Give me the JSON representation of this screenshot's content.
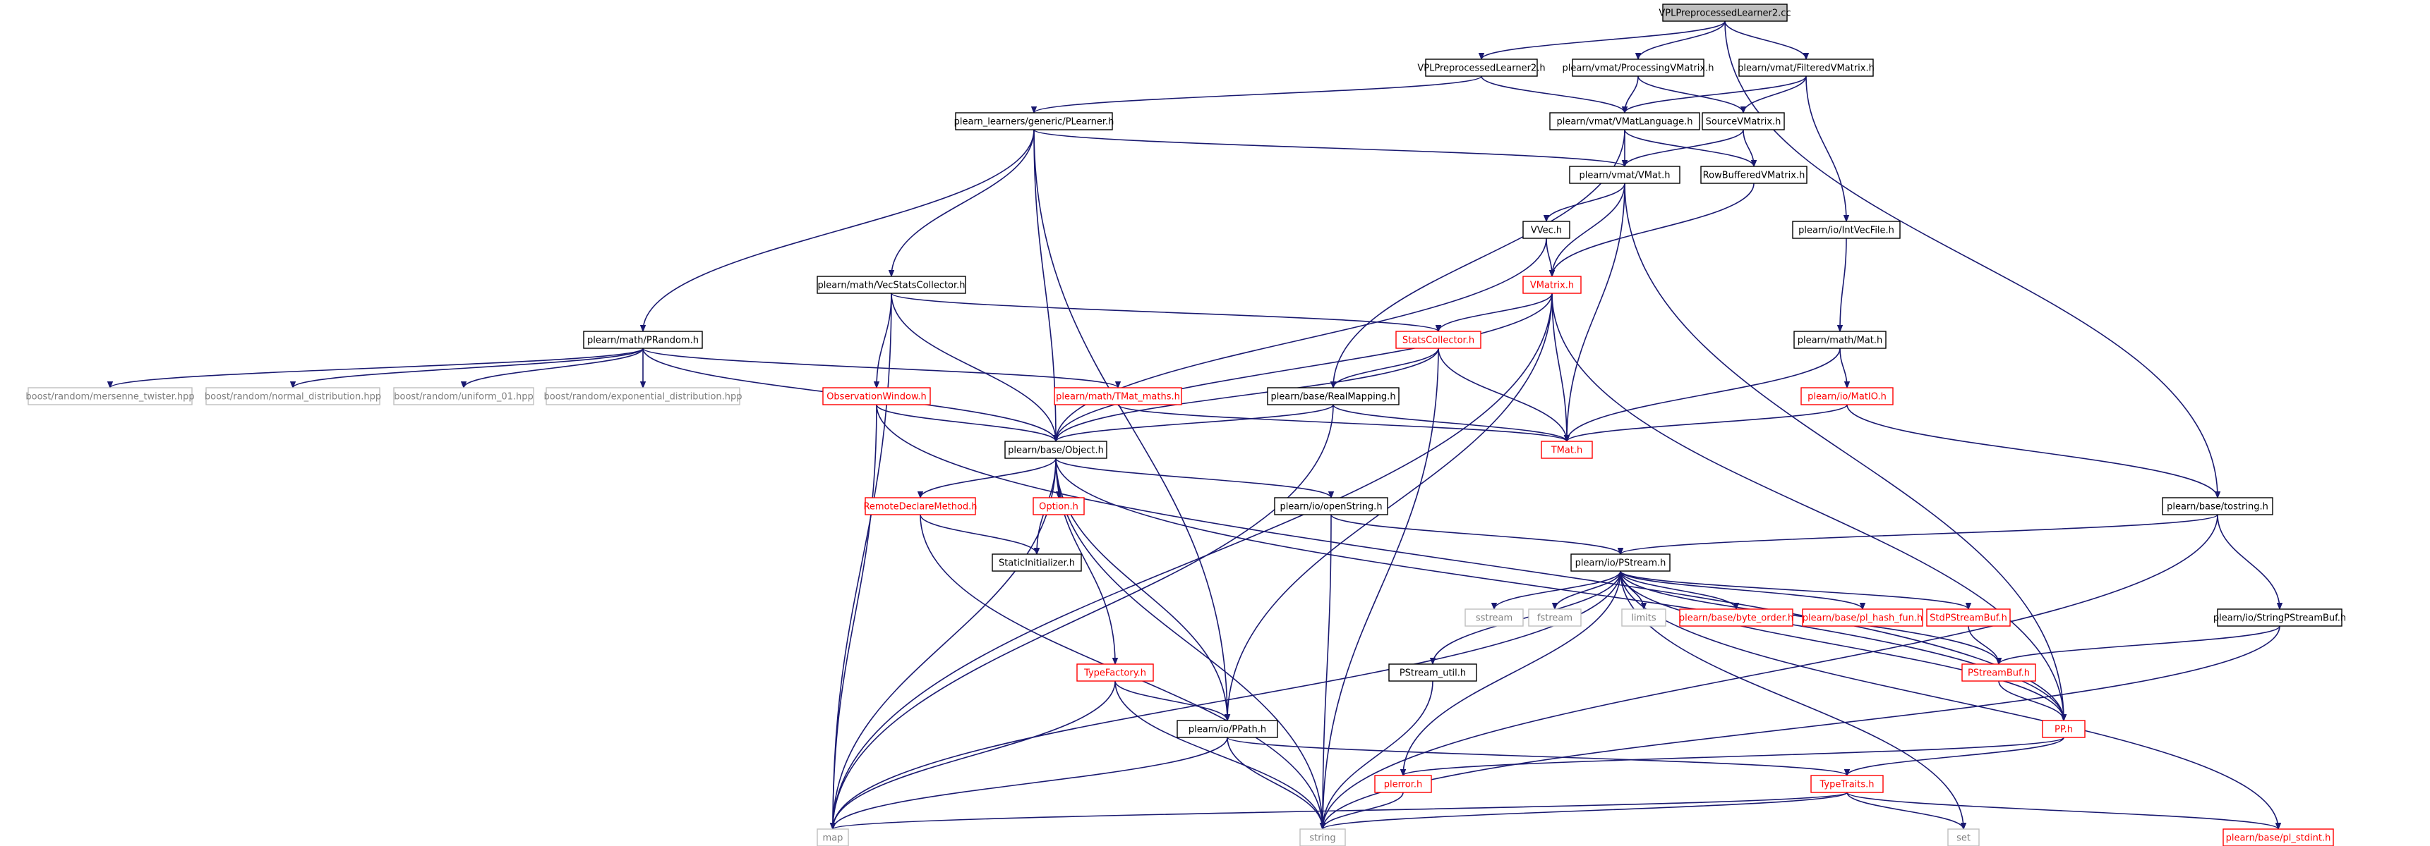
{
  "colors": {
    "edge": "#191970",
    "root_fill": "#bfbfbf",
    "normal_stroke": "#000000",
    "truncated_stroke": "#ff0000",
    "system_stroke": "#bfbfbf",
    "normal_text": "#000000",
    "truncated_text": "#ff0000",
    "system_text": "#7f7f7f"
  },
  "nodes": [
    {
      "id": "root",
      "label": "VPLPreprocessedLearner2.cc",
      "kind": "root"
    },
    {
      "id": "vplh",
      "label": "VPLPreprocessedLearner2.h",
      "kind": "normal"
    },
    {
      "id": "procvm",
      "label": "plearn/vmat/ProcessingVMatrix.h",
      "kind": "normal"
    },
    {
      "id": "filtvm",
      "label": "plearn/vmat/FilteredVMatrix.h",
      "kind": "normal"
    },
    {
      "id": "plearner",
      "label": "plearn_learners/generic/PLearner.h",
      "kind": "normal"
    },
    {
      "id": "vmatlang",
      "label": "plearn/vmat/VMatLanguage.h",
      "kind": "normal"
    },
    {
      "id": "sourcevm",
      "label": "SourceVMatrix.h",
      "kind": "normal"
    },
    {
      "id": "vmat",
      "label": "plearn/vmat/VMat.h",
      "kind": "normal"
    },
    {
      "id": "rowbuf",
      "label": "RowBufferedVMatrix.h",
      "kind": "normal"
    },
    {
      "id": "intvec",
      "label": "plearn/io/IntVecFile.h",
      "kind": "normal"
    },
    {
      "id": "vvec",
      "label": "VVec.h",
      "kind": "normal"
    },
    {
      "id": "vecstats",
      "label": "plearn/math/VecStatsCollector.h",
      "kind": "normal"
    },
    {
      "id": "vmatrix",
      "label": "VMatrix.h",
      "kind": "truncated"
    },
    {
      "id": "matmat",
      "label": "plearn/math/Mat.h",
      "kind": "normal"
    },
    {
      "id": "prandom",
      "label": "plearn/math/PRandom.h",
      "kind": "normal"
    },
    {
      "id": "statscol",
      "label": "StatsCollector.h",
      "kind": "truncated"
    },
    {
      "id": "mersenne",
      "label": "boost/random/mersenne_twister.hpp",
      "kind": "system"
    },
    {
      "id": "normaldist",
      "label": "boost/random/normal_distribution.hpp",
      "kind": "system"
    },
    {
      "id": "uniform01",
      "label": "boost/random/uniform_01.hpp",
      "kind": "system"
    },
    {
      "id": "expdist",
      "label": "boost/random/exponential_distribution.hpp",
      "kind": "system"
    },
    {
      "id": "obswin",
      "label": "ObservationWindow.h",
      "kind": "truncated"
    },
    {
      "id": "tmatmaths",
      "label": "plearn/math/TMat_maths.h",
      "kind": "truncated"
    },
    {
      "id": "realmap",
      "label": "plearn/base/RealMapping.h",
      "kind": "normal"
    },
    {
      "id": "matio",
      "label": "plearn/io/MatIO.h",
      "kind": "truncated"
    },
    {
      "id": "tmat",
      "label": "TMat.h",
      "kind": "truncated"
    },
    {
      "id": "object",
      "label": "plearn/base/Object.h",
      "kind": "normal"
    },
    {
      "id": "tostring",
      "label": "plearn/base/tostring.h",
      "kind": "normal"
    },
    {
      "id": "remotedecl",
      "label": "RemoteDeclareMethod.h",
      "kind": "truncated"
    },
    {
      "id": "option",
      "label": "Option.h",
      "kind": "truncated"
    },
    {
      "id": "openstring",
      "label": "plearn/io/openString.h",
      "kind": "normal"
    },
    {
      "id": "pstream",
      "label": "plearn/io/PStream.h",
      "kind": "normal"
    },
    {
      "id": "staticinit",
      "label": "StaticInitializer.h",
      "kind": "normal"
    },
    {
      "id": "sstream",
      "label": "sstream",
      "kind": "system"
    },
    {
      "id": "fstream",
      "label": "fstream",
      "kind": "system"
    },
    {
      "id": "limits",
      "label": "limits",
      "kind": "system"
    },
    {
      "id": "byteorder",
      "label": "plearn/base/byte_order.h",
      "kind": "truncated"
    },
    {
      "id": "hashfun",
      "label": "plearn/base/pl_hash_fun.h",
      "kind": "truncated"
    },
    {
      "id": "stdpstreambuf",
      "label": "StdPStreamBuf.h",
      "kind": "truncated"
    },
    {
      "id": "stringpstreambuf",
      "label": "plearn/io/StringPStreamBuf.h",
      "kind": "normal"
    },
    {
      "id": "pstreamutil",
      "label": "PStream_util.h",
      "kind": "normal"
    },
    {
      "id": "typefactory",
      "label": "TypeFactory.h",
      "kind": "truncated"
    },
    {
      "id": "pstreambuf",
      "label": "PStreamBuf.h",
      "kind": "truncated"
    },
    {
      "id": "ppath",
      "label": "plearn/io/PPath.h",
      "kind": "normal"
    },
    {
      "id": "pp",
      "label": "PP.h",
      "kind": "truncated"
    },
    {
      "id": "plerror",
      "label": "plerror.h",
      "kind": "truncated"
    },
    {
      "id": "typetraits",
      "label": "TypeTraits.h",
      "kind": "truncated"
    },
    {
      "id": "map",
      "label": "map",
      "kind": "system"
    },
    {
      "id": "string",
      "label": "string",
      "kind": "system"
    },
    {
      "id": "set",
      "label": "set",
      "kind": "system"
    },
    {
      "id": "plstdint",
      "label": "plearn/base/pl_stdint.h",
      "kind": "truncated"
    }
  ],
  "edges": [
    [
      "root",
      "vplh"
    ],
    [
      "root",
      "procvm"
    ],
    [
      "root",
      "filtvm"
    ],
    [
      "root",
      "tostring"
    ],
    [
      "vplh",
      "plearner"
    ],
    [
      "vplh",
      "vmatlang"
    ],
    [
      "procvm",
      "vmatlang"
    ],
    [
      "procvm",
      "sourcevm"
    ],
    [
      "filtvm",
      "vmatlang"
    ],
    [
      "filtvm",
      "sourcevm"
    ],
    [
      "filtvm",
      "intvec"
    ],
    [
      "plearner",
      "vmat"
    ],
    [
      "plearner",
      "prandom"
    ],
    [
      "plearner",
      "vecstats"
    ],
    [
      "plearner",
      "object"
    ],
    [
      "plearner",
      "ppath"
    ],
    [
      "vmatlang",
      "vmat"
    ],
    [
      "vmatlang",
      "rowbuf"
    ],
    [
      "vmatlang",
      "realmap"
    ],
    [
      "sourcevm",
      "vmat"
    ],
    [
      "sourcevm",
      "rowbuf"
    ],
    [
      "rowbuf",
      "vmatrix"
    ],
    [
      "vmat",
      "vvec"
    ],
    [
      "vmat",
      "vmatrix"
    ],
    [
      "vmat",
      "tmat"
    ],
    [
      "vmat",
      "pp"
    ],
    [
      "intvec",
      "matmat"
    ],
    [
      "vvec",
      "vmatrix"
    ],
    [
      "vvec",
      "object"
    ],
    [
      "vecstats",
      "statscol"
    ],
    [
      "vecstats",
      "obswin"
    ],
    [
      "vecstats",
      "object"
    ],
    [
      "vecstats",
      "map"
    ],
    [
      "vmatrix",
      "statscol"
    ],
    [
      "vmatrix",
      "tmat"
    ],
    [
      "vmatrix",
      "object"
    ],
    [
      "vmatrix",
      "map"
    ],
    [
      "vmatrix",
      "ppath"
    ],
    [
      "vmatrix",
      "pp"
    ],
    [
      "matmat",
      "matio"
    ],
    [
      "matmat",
      "tmat"
    ],
    [
      "prandom",
      "mersenne"
    ],
    [
      "prandom",
      "normaldist"
    ],
    [
      "prandom",
      "uniform01"
    ],
    [
      "prandom",
      "expdist"
    ],
    [
      "prandom",
      "object"
    ],
    [
      "prandom",
      "tmatmaths"
    ],
    [
      "statscol",
      "realmap"
    ],
    [
      "statscol",
      "object"
    ],
    [
      "statscol",
      "tmat"
    ],
    [
      "statscol",
      "string"
    ],
    [
      "obswin",
      "object"
    ],
    [
      "obswin",
      "pp"
    ],
    [
      "obswin",
      "map"
    ],
    [
      "tmatmaths",
      "tmat"
    ],
    [
      "realmap",
      "object"
    ],
    [
      "realmap",
      "tmat"
    ],
    [
      "realmap",
      "map"
    ],
    [
      "matio",
      "tmat"
    ],
    [
      "matio",
      "tostring"
    ],
    [
      "object",
      "remotedecl"
    ],
    [
      "object",
      "option"
    ],
    [
      "object",
      "openstring"
    ],
    [
      "object",
      "staticinit"
    ],
    [
      "object",
      "typefactory"
    ],
    [
      "object",
      "ppath"
    ],
    [
      "object",
      "pp"
    ],
    [
      "object",
      "map"
    ],
    [
      "object",
      "string"
    ],
    [
      "tostring",
      "pstream"
    ],
    [
      "tostring",
      "stringpstreambuf"
    ],
    [
      "tostring",
      "string"
    ],
    [
      "remotedecl",
      "staticinit"
    ],
    [
      "remotedecl",
      "string"
    ],
    [
      "openstring",
      "pstream"
    ],
    [
      "openstring",
      "string"
    ],
    [
      "pstream",
      "sstream"
    ],
    [
      "pstream",
      "fstream"
    ],
    [
      "pstream",
      "limits"
    ],
    [
      "pstream",
      "byteorder"
    ],
    [
      "pstream",
      "hashfun"
    ],
    [
      "pstream",
      "stdpstreambuf"
    ],
    [
      "pstream",
      "pstreamutil"
    ],
    [
      "pstream",
      "pstreambuf"
    ],
    [
      "pstream",
      "pp"
    ],
    [
      "pstream",
      "plerror"
    ],
    [
      "pstream",
      "map"
    ],
    [
      "pstream",
      "set"
    ],
    [
      "pstream",
      "plstdint"
    ],
    [
      "stdpstreambuf",
      "pstreambuf"
    ],
    [
      "stringpstreambuf",
      "pstreambuf"
    ],
    [
      "stringpstreambuf",
      "string"
    ],
    [
      "pstreamutil",
      "string"
    ],
    [
      "typefactory",
      "ppath"
    ],
    [
      "typefactory",
      "map"
    ],
    [
      "typefactory",
      "string"
    ],
    [
      "pstreambuf",
      "pp"
    ],
    [
      "ppath",
      "typetraits"
    ],
    [
      "ppath",
      "map"
    ],
    [
      "ppath",
      "string"
    ],
    [
      "pp",
      "plerror"
    ],
    [
      "pp",
      "typetraits"
    ],
    [
      "plerror",
      "string"
    ],
    [
      "typetraits",
      "map"
    ],
    [
      "typetraits",
      "string"
    ],
    [
      "typetraits",
      "set"
    ],
    [
      "typetraits",
      "plstdint"
    ]
  ]
}
